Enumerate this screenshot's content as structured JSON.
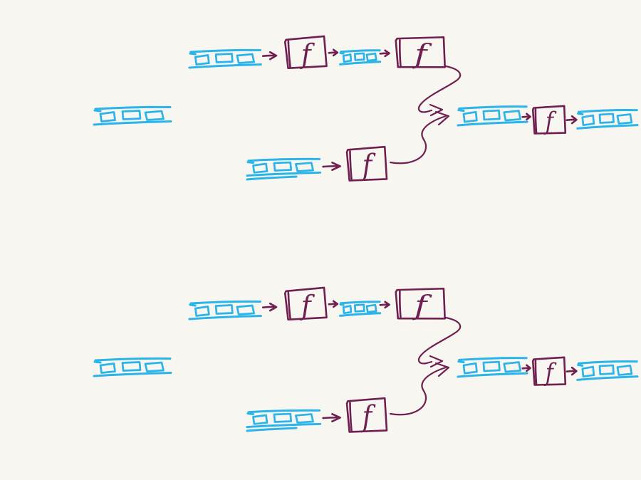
{
  "colors": {
    "background": "#f7f6f0",
    "stream": "#2ab4e9",
    "ink": "#6f2050"
  },
  "diagram_template": {
    "function_label": "f",
    "function_box_count": 4,
    "streams": [
      {
        "name": "standalone-input-stream",
        "item_count": 3
      },
      {
        "name": "upper-input-stream",
        "item_count": 3
      },
      {
        "name": "upper-intermediate-stream",
        "item_count": 3
      },
      {
        "name": "lower-input-stream",
        "item_count": 3
      },
      {
        "name": "merged-stream",
        "item_count": 3
      },
      {
        "name": "output-stream",
        "item_count": 3
      }
    ]
  },
  "instances": [
    {
      "name": "diagram-top"
    },
    {
      "name": "diagram-bottom"
    }
  ]
}
